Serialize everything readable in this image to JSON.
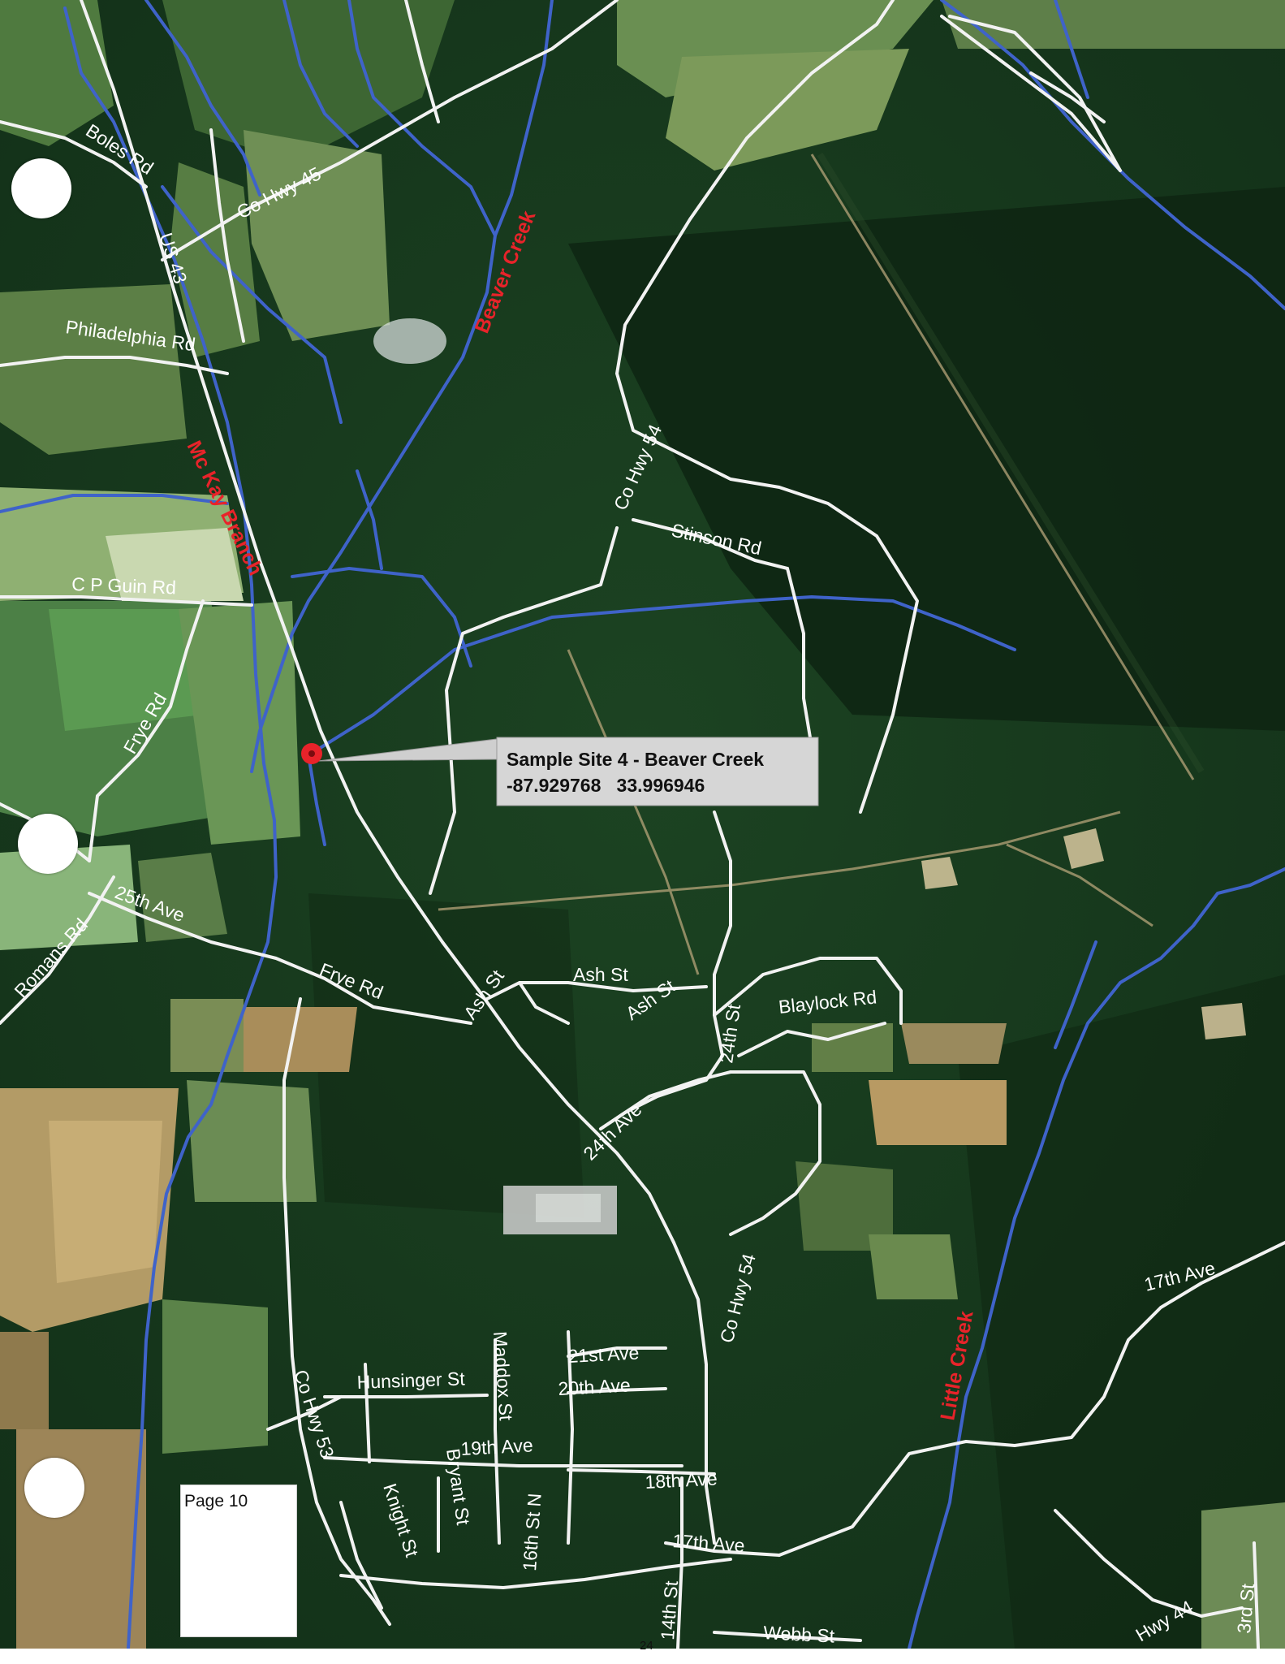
{
  "map": {
    "colors": {
      "forest": "#173a1d",
      "field": "#5d8a4a",
      "road": "#f2f2f2",
      "stream": "#3f63c9",
      "creek_label": "#e8232a",
      "marker": "#e8232a"
    },
    "sample_site": {
      "name": "Sample Site 4 - Beaver Creek",
      "coordinates": "-87.929768   33.996946"
    },
    "road_labels": {
      "boles_rd": "Boles Rd",
      "co_hwy_45": "Co Hwy 45",
      "us_43": "US 43",
      "philadelphia_rd": "Philadelphia Rd",
      "cp_guin_rd": "C P Guin Rd",
      "frye_rd_north": "Frye Rd",
      "co_hwy_54_north": "Co Hwy 54",
      "stinson_rd": "Stinson Rd",
      "ave_25th": "25th Ave",
      "romans_rd": "Romans Rd",
      "frye_rd_south": "Frye Rd",
      "ash_st_west": "Ash St",
      "ash_st_east": "Ash St",
      "ash_st_diag": "Ash St",
      "st_24th": "24th St",
      "blaylock_rd": "Blaylock Rd",
      "ave_24th": "24th Ave",
      "co_hwy_54_south": "Co Hwy 54",
      "ave_21st": "21st Ave",
      "ave_20th": "20th Ave",
      "hunsinger_st": "Hunsinger St",
      "maddox_st": "Maddox St",
      "co_hwy_53": "Co Hwy 53",
      "ave_19th": "19th Ave",
      "bryant_st": "Bryant St",
      "st_16th_n": "16th St N",
      "ave_18th": "18th Ave",
      "knight_st": "Knight St",
      "ave_17th_town": "17th Ave",
      "st_14th": "14th St",
      "webb_st": "Webb St",
      "ave_17th_east": "17th Ave",
      "hwy_44": "Hwy 44",
      "st_3rd": "3rd St"
    },
    "creek_labels": {
      "beaver_creek": "Beaver Creek",
      "mckay_branch": "Mc Kay Branch",
      "little_creek": "Little Creek"
    }
  },
  "page": {
    "note": "Page 10",
    "number": "24"
  }
}
